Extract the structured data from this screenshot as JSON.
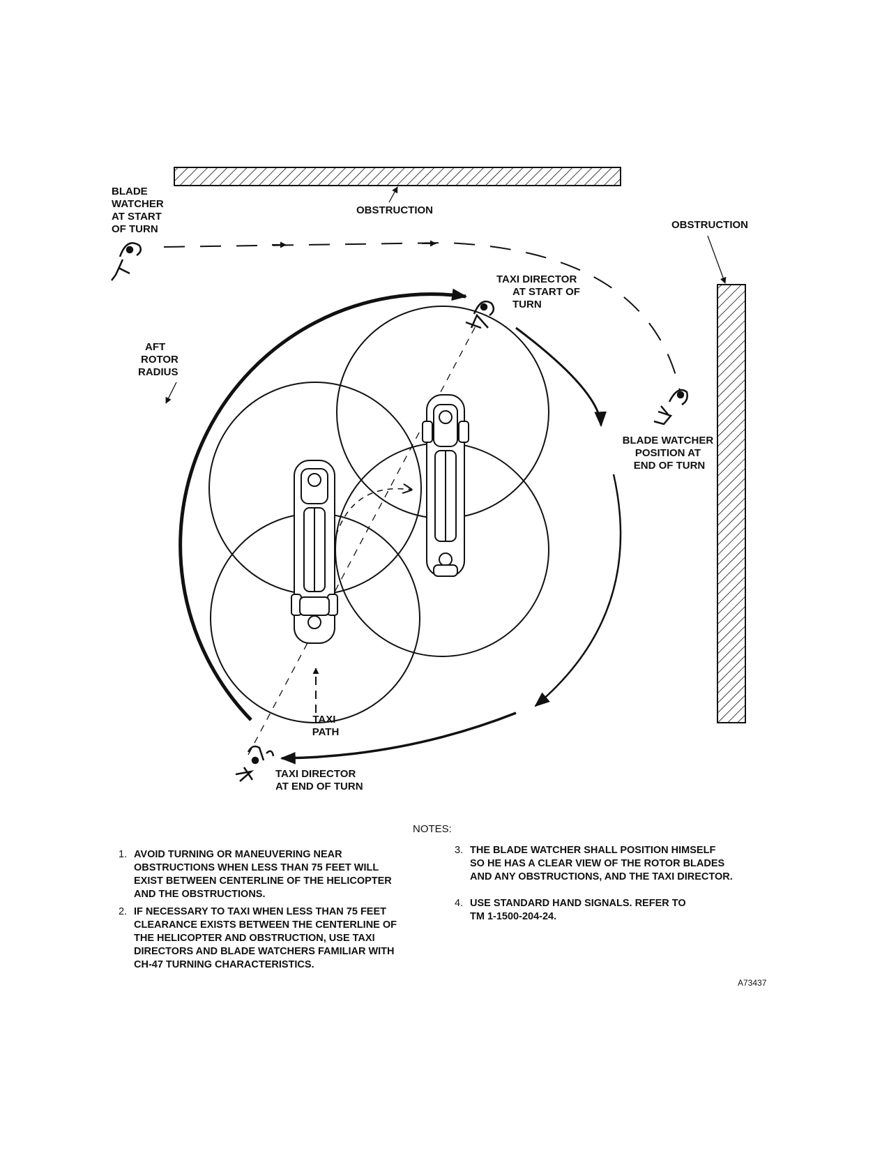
{
  "diagram": {
    "labels": {
      "obstruction_top": "OBSTRUCTION",
      "obstruction_right": "OBSTRUCTION",
      "blade_watcher_start": [
        "BLADE",
        "WATCHER",
        "AT START",
        "OF TURN"
      ],
      "taxi_director_start": [
        "TAXI DIRECTOR",
        "AT START OF",
        "TURN"
      ],
      "aft_rotor_radius": [
        "AFT",
        "ROTOR",
        "RADIUS"
      ],
      "blade_watcher_end": [
        "BLADE WATCHER",
        "POSITION AT",
        "END OF TURN"
      ],
      "taxi_path": [
        "TAXI",
        "PATH"
      ],
      "taxi_director_end": [
        "TAXI DIRECTOR",
        "AT END OF TURN"
      ]
    }
  },
  "notes": {
    "title": "NOTES:",
    "items": [
      {
        "num": "1.",
        "text": "AVOID TURNING OR MANEUVERING NEAR\nOBSTRUCTIONS WHEN LESS THAN 75 FEET WILL\nEXIST BETWEEN CENTERLINE OF THE HELICOPTER\nAND THE OBSTRUCTIONS."
      },
      {
        "num": "2.",
        "text": "IF NECESSARY TO TAXI WHEN LESS THAN 75 FEET\nCLEARANCE EXISTS BETWEEN THE CENTERLINE OF\nTHE HELICOPTER AND OBSTRUCTION, USE TAXI\nDIRECTORS AND BLADE WATCHERS FAMILIAR WITH\nCH-47 TURNING CHARACTERISTICS."
      },
      {
        "num": "3.",
        "text": "THE BLADE WATCHER SHALL POSITION HIMSELF\nSO HE HAS A CLEAR VIEW OF THE ROTOR BLADES\nAND ANY OBSTRUCTIONS, AND THE TAXI DIRECTOR."
      },
      {
        "num": "4.",
        "text": "USE STANDARD HAND SIGNALS.  REFER TO\nTM 1-1500-204-24."
      }
    ]
  },
  "figure_id": "A73437"
}
